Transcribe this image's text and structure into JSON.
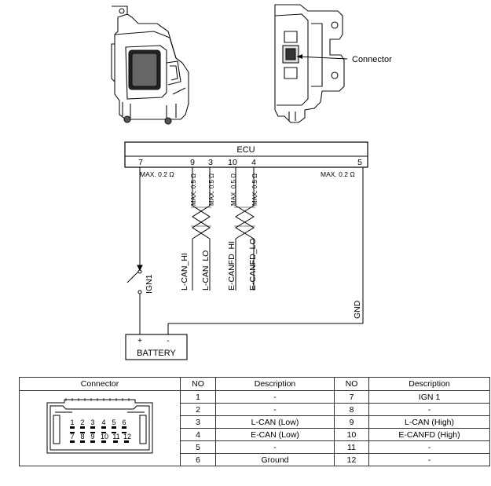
{
  "callouts": {
    "connector": "Connector"
  },
  "ecu": {
    "title": "ECU",
    "pins": {
      "p7": "7",
      "p9": "9",
      "p3": "3",
      "p10": "10",
      "p4": "4",
      "p5": "5"
    },
    "resistance_left": "MAX. 0.2 Ω",
    "resistance_right": "MAX. 0.2 Ω",
    "resistance_can": "MAX. 0.5 Ω"
  },
  "wires": {
    "l_can_hi": "L-CAN_HI",
    "l_can_lo": "L-CAN_LO",
    "e_canfd_hi": "E-CANFD_HI",
    "e_canfd_lo": "E-CANFD_LO",
    "ign1": "IGN1",
    "gnd": "GND"
  },
  "battery": {
    "label": "BATTERY",
    "plus": "+",
    "minus": "-"
  },
  "pin_table": {
    "headers": {
      "connector": "Connector",
      "no": "NO",
      "description": "Description",
      "no2": "NO",
      "description2": "Description"
    },
    "rows": [
      {
        "no": "1",
        "desc": "-",
        "no2": "7",
        "desc2": "IGN 1"
      },
      {
        "no": "2",
        "desc": "-",
        "no2": "8",
        "desc2": "-"
      },
      {
        "no": "3",
        "desc": "L-CAN (Low)",
        "no2": "9",
        "desc2": "L-CAN (High)"
      },
      {
        "no": "4",
        "desc": "E-CAN (Low)",
        "no2": "10",
        "desc2": "E-CANFD (High)"
      },
      {
        "no": "5",
        "desc": "-",
        "no2": "11",
        "desc2": "-"
      },
      {
        "no": "6",
        "desc": "Ground",
        "no2": "12",
        "desc2": "-"
      }
    ],
    "connector_pins_top": [
      "1",
      "2",
      "3",
      "4",
      "5",
      "6"
    ],
    "connector_pins_bottom": [
      "7",
      "8",
      "9",
      "10",
      "11",
      "12"
    ]
  }
}
